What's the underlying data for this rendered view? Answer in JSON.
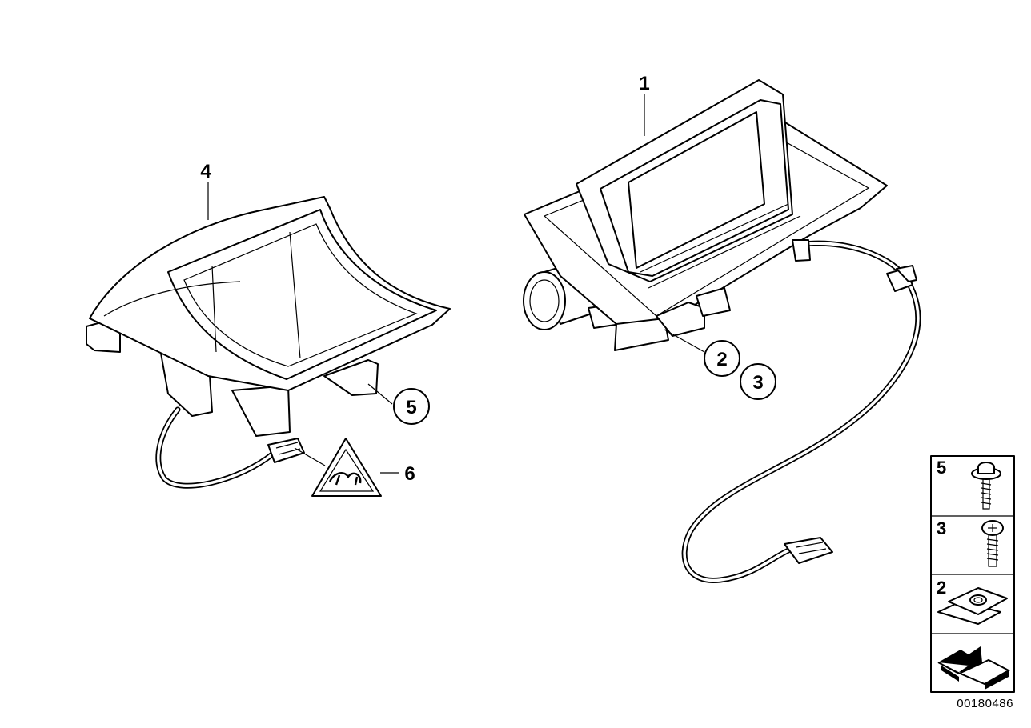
{
  "diagram": {
    "callouts": [
      {
        "id": "1",
        "text": "1",
        "circled": false
      },
      {
        "id": "2",
        "text": "2",
        "circled": true
      },
      {
        "id": "3",
        "text": "3",
        "circled": true
      },
      {
        "id": "4",
        "text": "4",
        "circled": false
      },
      {
        "id": "5",
        "text": "5",
        "circled": true
      },
      {
        "id": "6",
        "text": "6",
        "circled": false
      }
    ],
    "legend": [
      {
        "number": "5",
        "part": "screw-with-washer-icon"
      },
      {
        "number": "3",
        "part": "screw-icon"
      },
      {
        "number": "2",
        "part": "clip-nut-icon"
      },
      {
        "number": "",
        "part": "arrow-icon"
      }
    ],
    "reference_number": "00180486"
  }
}
